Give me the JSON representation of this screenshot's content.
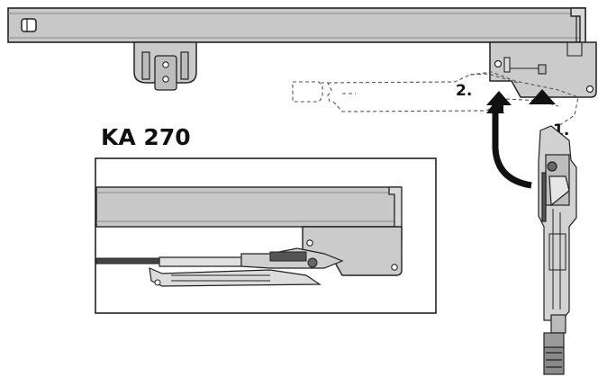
{
  "title": "KA 270",
  "steps": [
    {
      "label": "1."
    },
    {
      "label": "2."
    }
  ],
  "colors": {
    "rail_fill": "#c8c8c8",
    "rail_stroke": "#222222",
    "bracket_fill": "#c9c9c9",
    "dashed_outline": "#555555",
    "arrow_fill": "#111111",
    "inset_border": "#222222",
    "background": "#ffffff"
  },
  "icons": [
    "arrow-up-icon",
    "curved-arrow-icon"
  ]
}
